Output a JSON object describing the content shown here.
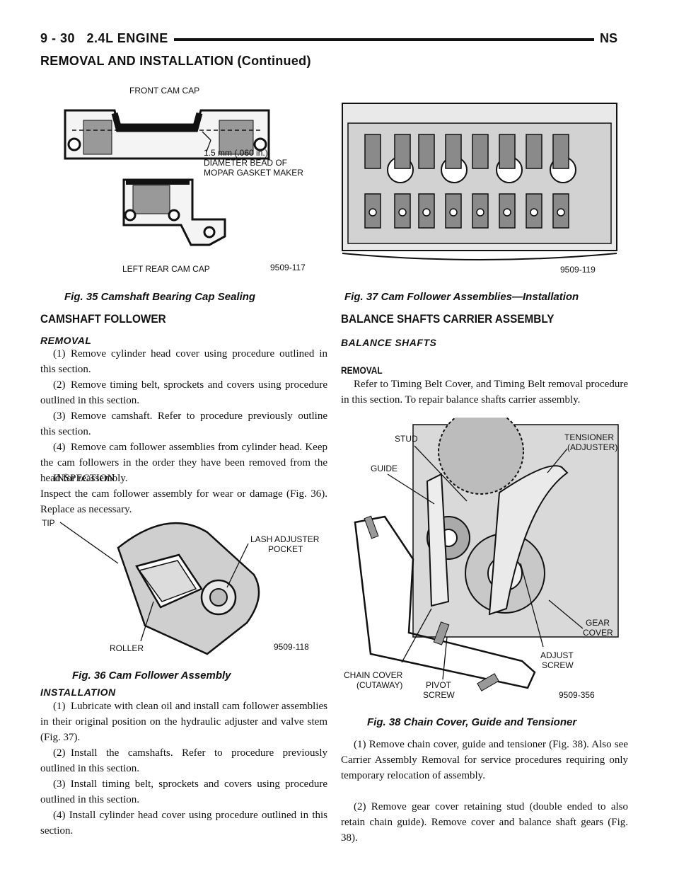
{
  "header": {
    "page_number": "9 - 30",
    "engine": "2.4L ENGINE",
    "code": "NS",
    "section": "REMOVAL AND INSTALLATION (Continued)"
  },
  "fig35": {
    "caption": "Fig. 35 Camshaft Bearing Cap Sealing",
    "label_front": "FRONT CAM CAP",
    "label_bead_1": "1.5 mm (.060 in.)",
    "label_bead_2": "DIAMETER BEAD OF",
    "label_bead_3": "MOPAR GASKET MAKER",
    "label_left_rear": "LEFT REAR CAM CAP",
    "number": "9509-117"
  },
  "fig37": {
    "caption": "Fig. 37 Cam Follower Assemblies—Installation",
    "number": "9509-119"
  },
  "fig36": {
    "caption": "Fig. 36 Cam Follower Assembly",
    "label_tip": "TIP",
    "label_lash_1": "LASH ADJUSTER",
    "label_lash_2": "POCKET",
    "label_roller": "ROLLER",
    "number": "9509-118"
  },
  "fig38": {
    "caption": "Fig. 38 Chain Cover, Guide and Tensioner",
    "label_stud": "STUD",
    "label_tensioner_1": "TENSIONER",
    "label_tensioner_2": "(ADJUSTER)",
    "label_guide": "GUIDE",
    "label_gear_1": "GEAR",
    "label_gear_2": "COVER",
    "label_adjust_1": "ADJUST",
    "label_adjust_2": "SCREW",
    "label_chain_1": "CHAIN COVER",
    "label_chain_2": "(CUTAWAY)",
    "label_pivot_1": "PIVOT",
    "label_pivot_2": "SCREW",
    "number": "9509-356"
  },
  "left": {
    "heading": "CAMSHAFT FOLLOWER",
    "removal_heading": "REMOVAL",
    "removal_steps": [
      "(1) Remove cylinder head cover using procedure outlined in this section.",
      "(2) Remove timing belt, sprockets and covers using procedure outlined in this section.",
      "(3) Remove camshaft. Refer to procedure previously outline this section.",
      "(4) Remove cam follower assemblies from cylinder head. Keep the cam followers in the order they have been removed from the head for reassembly."
    ],
    "inspection_heading": "INSPECTION",
    "inspection_text": "Inspect the cam follower assembly for wear or damage (Fig. 36). Replace as necessary.",
    "installation_heading": "INSTALLATION",
    "installation_steps": [
      "(1) Lubricate with clean oil and install cam follower assemblies in their original position on the hydraulic adjuster and valve stem (Fig. 37).",
      "(2) Install the camshafts. Refer to procedure previously outlined in this section.",
      "(3) Install timing belt, sprockets and covers using procedure outlined in this section.",
      "(4) Install cylinder head cover using procedure outlined in this section."
    ]
  },
  "right": {
    "heading": "BALANCE SHAFTS CARRIER ASSEMBLY",
    "sub_heading": "BALANCE SHAFTS",
    "removal_heading": "REMOVAL",
    "removal_intro": "Refer to Timing Belt Cover, and Timing Belt removal procedure in this section. To repair balance shafts carrier assembly.",
    "steps": [
      "(1) Remove chain cover, guide and tensioner (Fig. 38). Also see Carrier Assembly Removal for service procedures requiring only temporary relocation of assembly.",
      "(2) Remove gear cover retaining stud (double ended to also retain chain guide). Remove cover and balance shaft gears (Fig. 38)."
    ]
  }
}
